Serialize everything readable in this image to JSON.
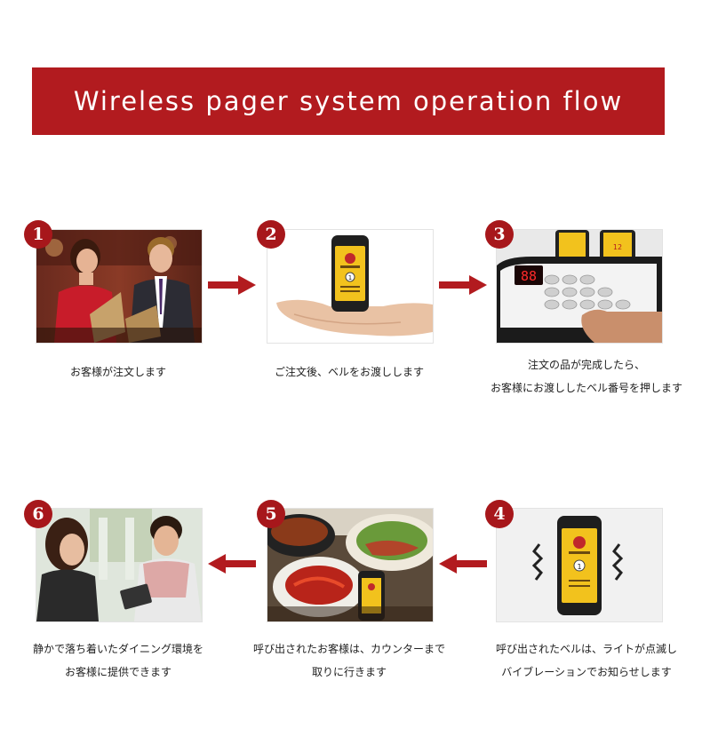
{
  "banner": {
    "title": "Wireless pager system operation flow"
  },
  "colors": {
    "accent": "#b21b1f",
    "badge": "#a7171b"
  },
  "steps": [
    {
      "number": "1",
      "caption_lines": [
        "お客様が注文します"
      ],
      "image": "couple-reading-menu-photo"
    },
    {
      "number": "2",
      "caption_lines": [
        "ご注文後、ベルをお渡しします"
      ],
      "image": "hand-holding-pager-photo"
    },
    {
      "number": "3",
      "caption_lines": [
        "注文の品が完成したら、",
        "お客様にお渡ししたベル番号を押します"
      ],
      "image": "transmitter-keypad-photo"
    },
    {
      "number": "4",
      "caption_lines": [
        "呼び出されたベルは、ライトが点滅し",
        "バイブレーションでお知らせします"
      ],
      "image": "vibrating-pager-photo"
    },
    {
      "number": "5",
      "caption_lines": [
        "呼び出されたお客様は、カウンターまで",
        "取りに行きます"
      ],
      "image": "korean-food-with-pager-photo"
    },
    {
      "number": "6",
      "caption_lines": [
        "静かで落ち着いたダイニング環境を",
        "お客様に提供できます"
      ],
      "image": "couple-dining-photo"
    }
  ],
  "pager": {
    "number": "1"
  },
  "transmitter": {
    "display": "88",
    "slot_number": "12"
  }
}
